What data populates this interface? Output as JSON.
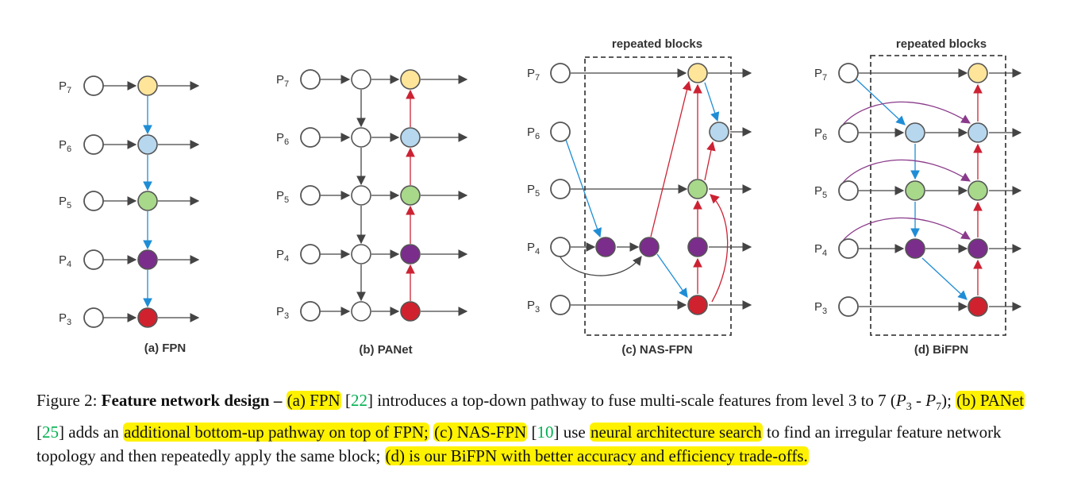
{
  "panels": [
    {
      "label": "(a) FPN"
    },
    {
      "label": "(b) PANet"
    },
    {
      "label": "(c) NAS-FPN",
      "block_label": "repeated blocks"
    },
    {
      "label": "(d) BiFPN",
      "block_label": "repeated blocks"
    }
  ],
  "levels": [
    {
      "base": "P",
      "sub": "7"
    },
    {
      "base": "P",
      "sub": "6"
    },
    {
      "base": "P",
      "sub": "5"
    },
    {
      "base": "P",
      "sub": "4"
    },
    {
      "base": "P",
      "sub": "3"
    }
  ],
  "caption": {
    "figure_label": "Figure 2:",
    "title": "Feature network design –",
    "a_name": "(a) FPN",
    "a_ref_open": "[",
    "a_ref_num": "22",
    "a_ref_close": "]",
    "a_text": "introduces a top-down pathway to fuse multi-scale features from level 3 to 7 (",
    "a_p_base1": "P",
    "a_p_sub1": "3",
    "a_dash": " - ",
    "a_p_base2": "P",
    "a_p_sub2": "7",
    "a_close": ");",
    "b_name": "(b) PANet",
    "b_ref_open": "[",
    "b_ref_num": "25",
    "b_ref_close": "]",
    "b_text": "adds an",
    "b_hl": "additional bottom-up pathway on top of FPN;",
    "c_name": "(c) NAS-FPN",
    "c_ref_open": "[",
    "c_ref_num": "10",
    "c_ref_close": "]",
    "c_text": "use",
    "c_hl": "neural architecture search",
    "c_text2": "to find an irregular feature network topology and then repeatedly apply the same block;",
    "d_hl": "(d) is our BiFPN with better accuracy and efficiency trade-offs."
  },
  "colors": {
    "p7": "#ffe599",
    "p6": "#b6d7ee",
    "p5": "#a8d88a",
    "p4": "#7b2d8c",
    "p3": "#d0222e",
    "input": "#ffffff",
    "edge_gray": "#444444",
    "edge_blue": "#1f8dd6",
    "edge_red": "#cc2233",
    "edge_purple": "#8a3a8a",
    "highlight": "#fff200"
  }
}
